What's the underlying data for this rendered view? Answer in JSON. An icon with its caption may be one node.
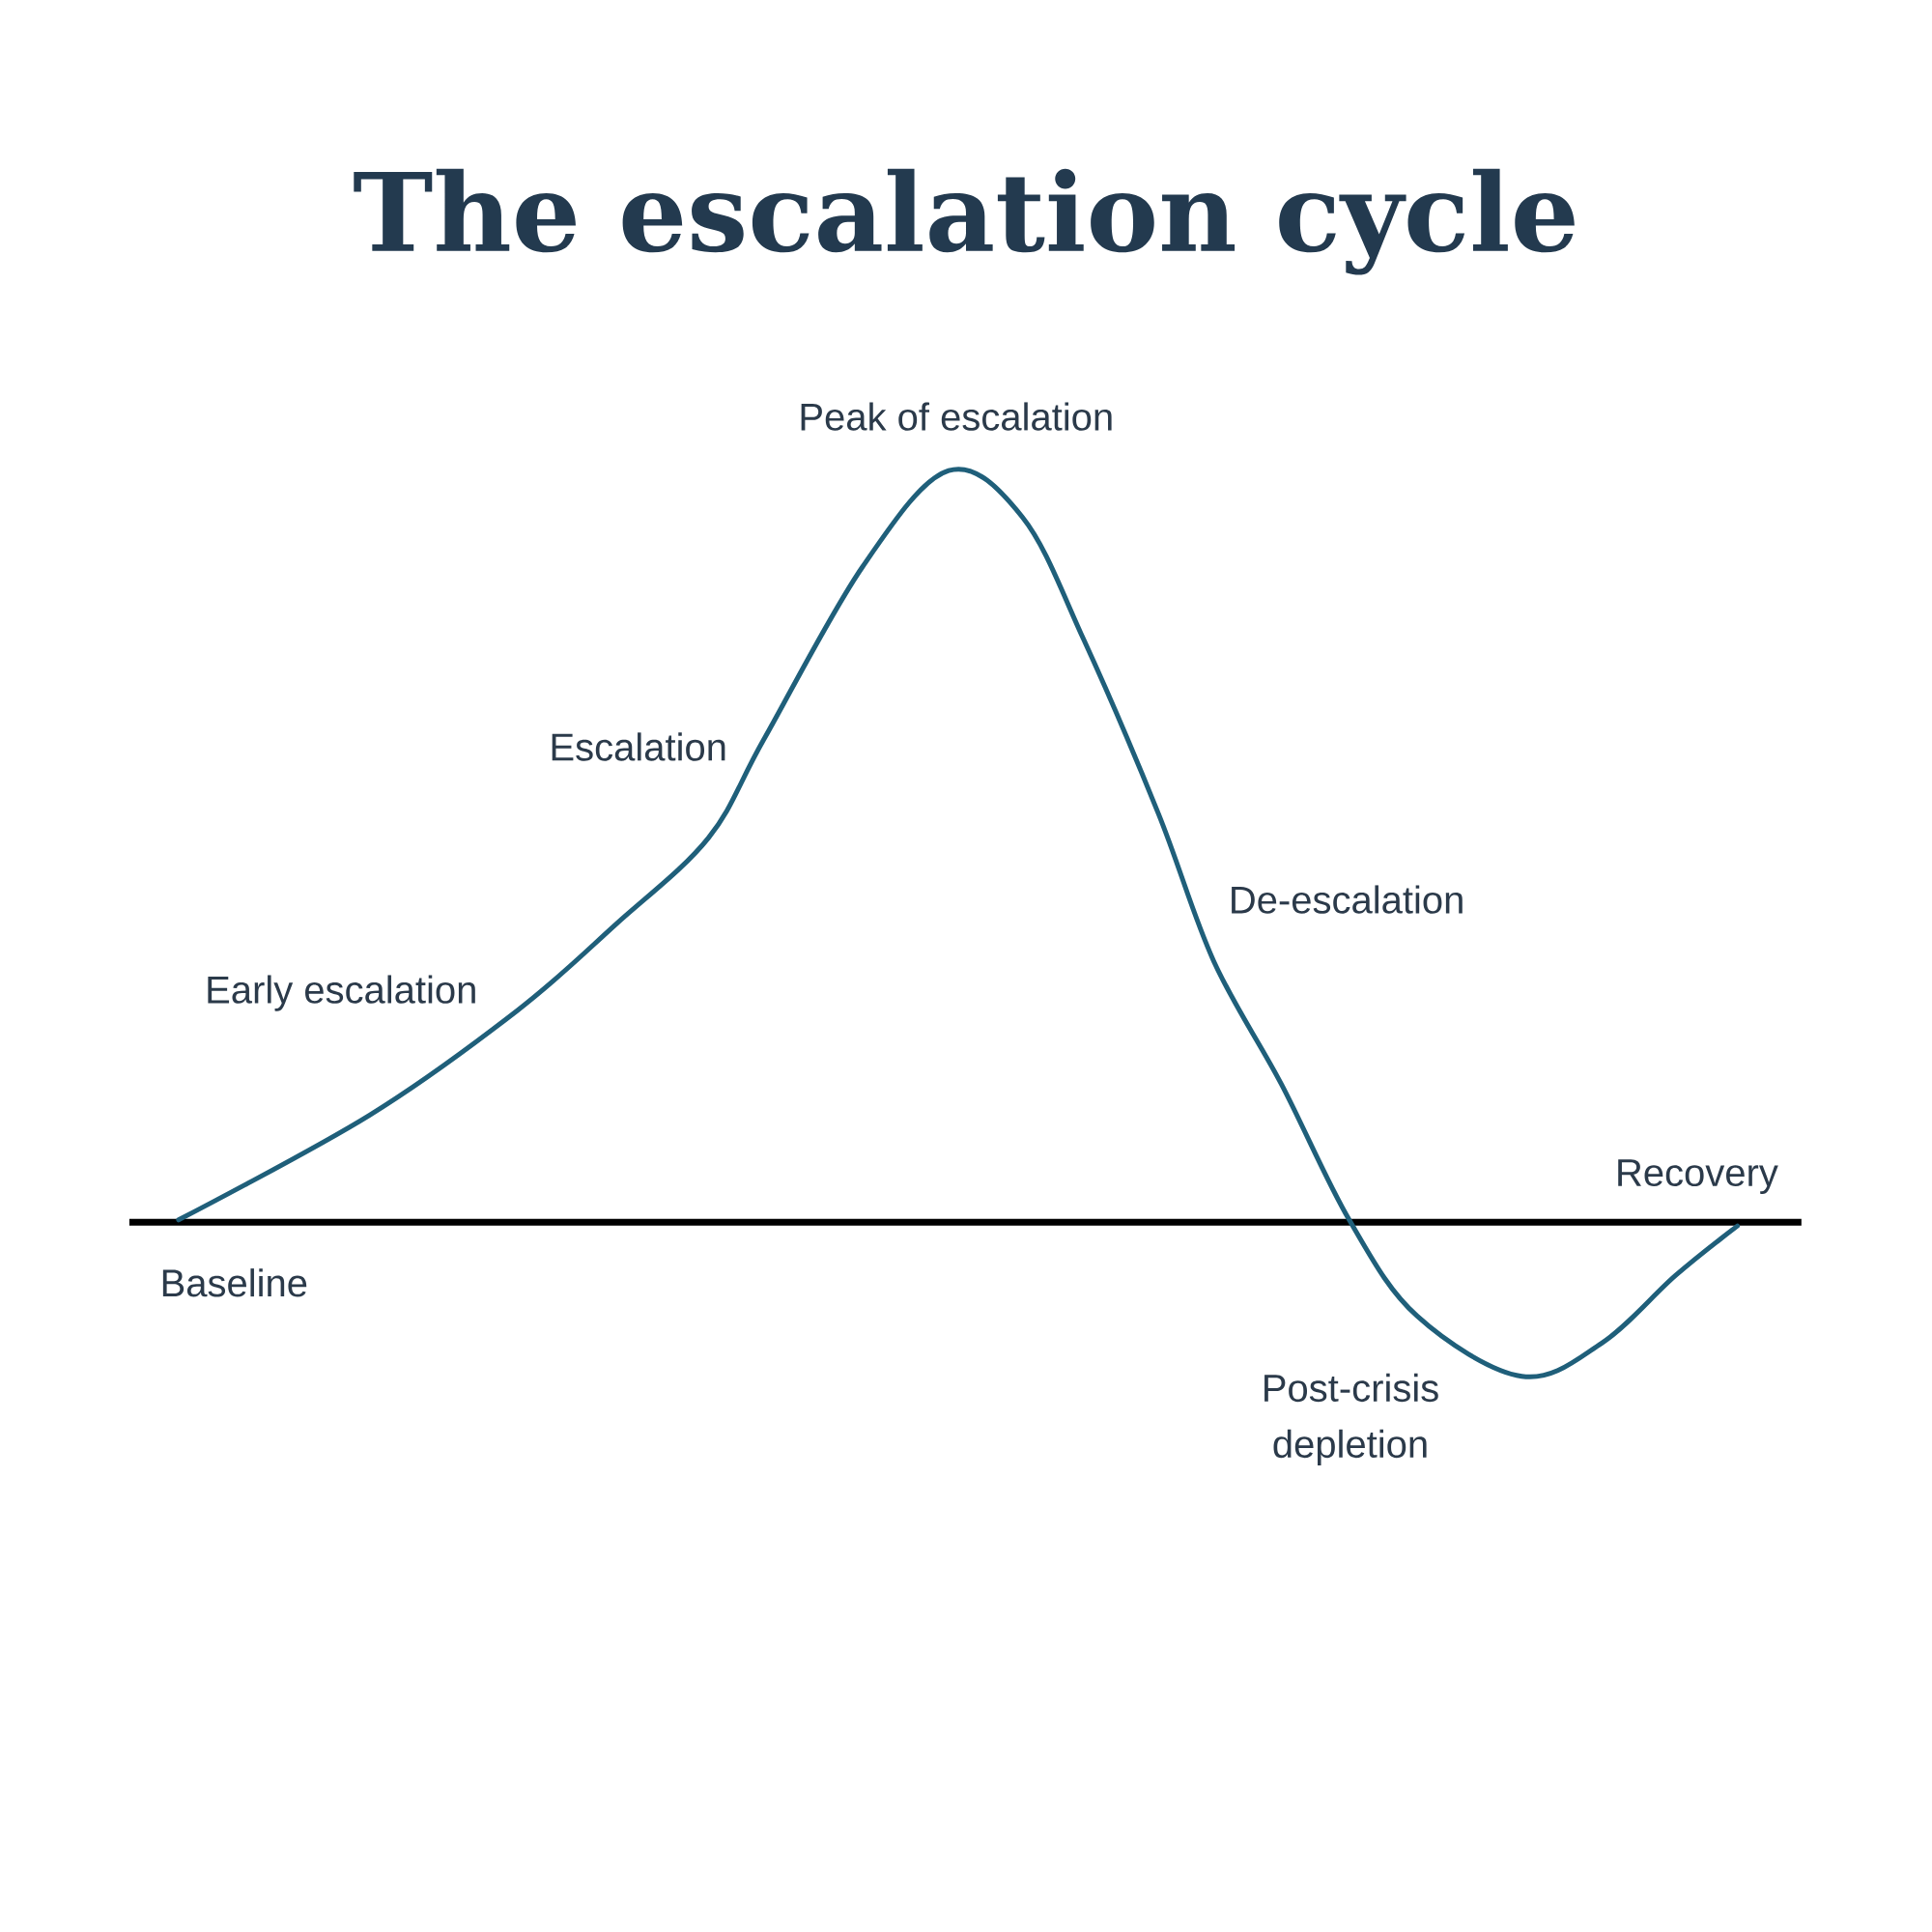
{
  "diagram": {
    "title": "The escalation cycle",
    "labels": [
      "Peak of escalation",
      "Escalation",
      "De-escalation",
      "Early escalation",
      "Recovery",
      "Baseline",
      "Post-crisis depletion"
    ]
  }
}
